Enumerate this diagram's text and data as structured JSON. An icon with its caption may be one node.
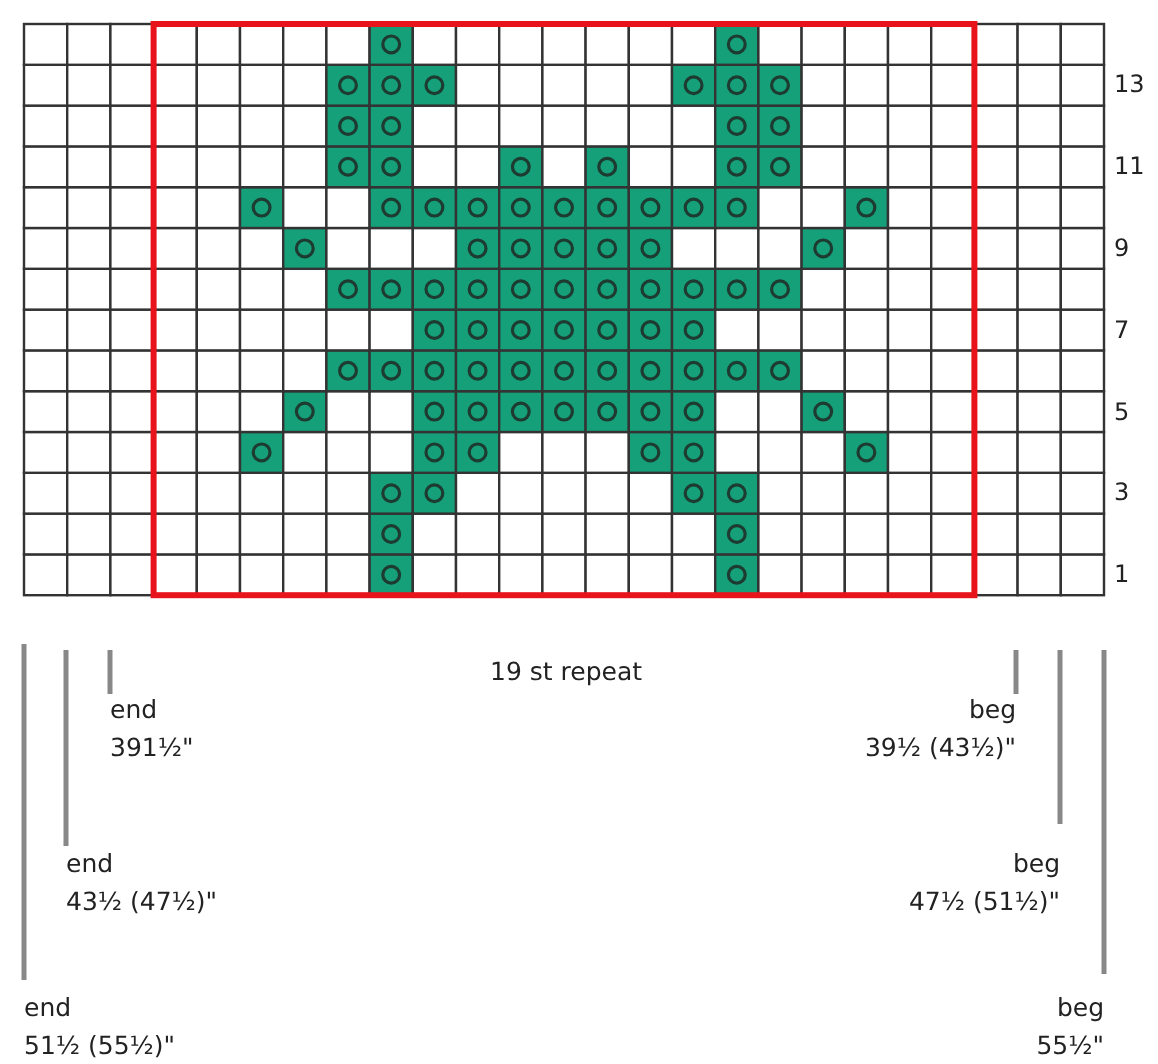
{
  "diagram": {
    "labels": [
      "13",
      "11",
      "9",
      "7",
      "5",
      "3",
      "1",
      "19 st repeat",
      "end 391½\"",
      "beg 39½ (43½)\"",
      "end 43½ (47½)\"",
      "beg 47½ (51½)\"",
      "end 51½ (55½)\"",
      "beg 55½\""
    ]
  }
}
